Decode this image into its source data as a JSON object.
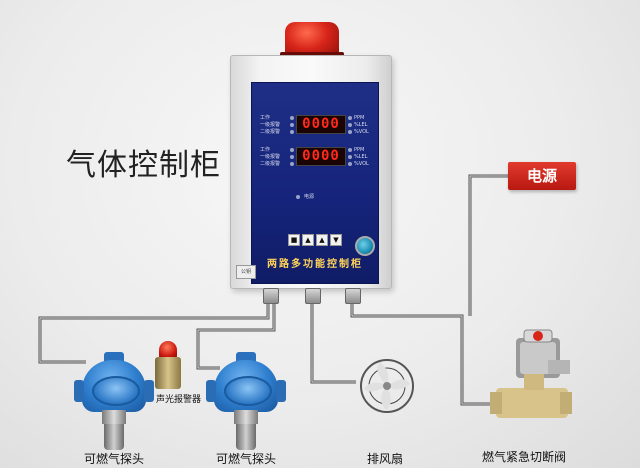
{
  "main_title": "气体控制柜",
  "power_label": "电源",
  "panel": {
    "row1": {
      "labels": [
        "工作",
        "一级报警",
        "二级报警"
      ],
      "value": "0000",
      "units": [
        "PPM",
        "%LEL",
        "%VOL"
      ]
    },
    "row2": {
      "labels": [
        "工作",
        "一级报警",
        "二级报警"
      ],
      "value": "0000",
      "units": [
        "PPM",
        "%LEL",
        "%VOL"
      ]
    },
    "power_indicator": "电源",
    "buttons": [
      "■",
      "▲",
      "▲",
      "▼"
    ],
    "name": "两路多功能控制柜"
  },
  "nameplate": "公钥",
  "devices": {
    "detector_1_label": "可燃气探头",
    "detector_2_label": "可燃气探头",
    "sound_light_label": "声光报警器",
    "fan_label": "排风扇",
    "valve_label": "燃气紧急切断阀"
  },
  "colors": {
    "panel": "#1a2a80",
    "led": "#ff2a1a",
    "detector": "#2f7fcf",
    "power_label": "#d12218",
    "wire": "#4a4a4a"
  }
}
